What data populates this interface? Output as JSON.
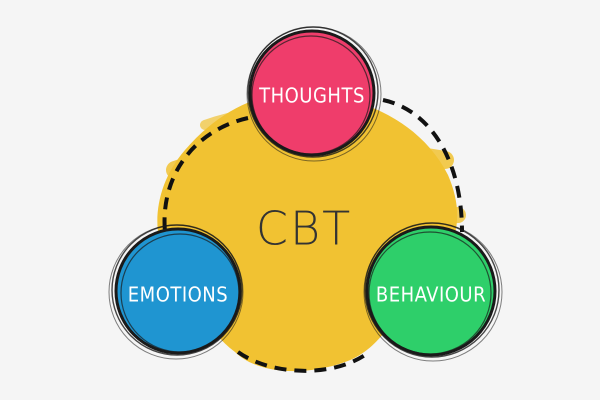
{
  "diagram": {
    "center_label": "CBT",
    "nodes": [
      {
        "id": "thoughts",
        "label": "THOUGHTS",
        "color": "#ef3d6b"
      },
      {
        "id": "emotions",
        "label": "EMOTIONS",
        "color": "#1f95d1"
      },
      {
        "id": "behaviour",
        "label": "BEHAVIOUR",
        "color": "#2ecf6a"
      }
    ],
    "colors": {
      "background": "#f5f5f5",
      "center_blob": "#f1c232",
      "outline": "#1a1a1a",
      "dashed_loop": "#111111",
      "center_text": "#333333"
    },
    "connector_style": "dashed"
  }
}
